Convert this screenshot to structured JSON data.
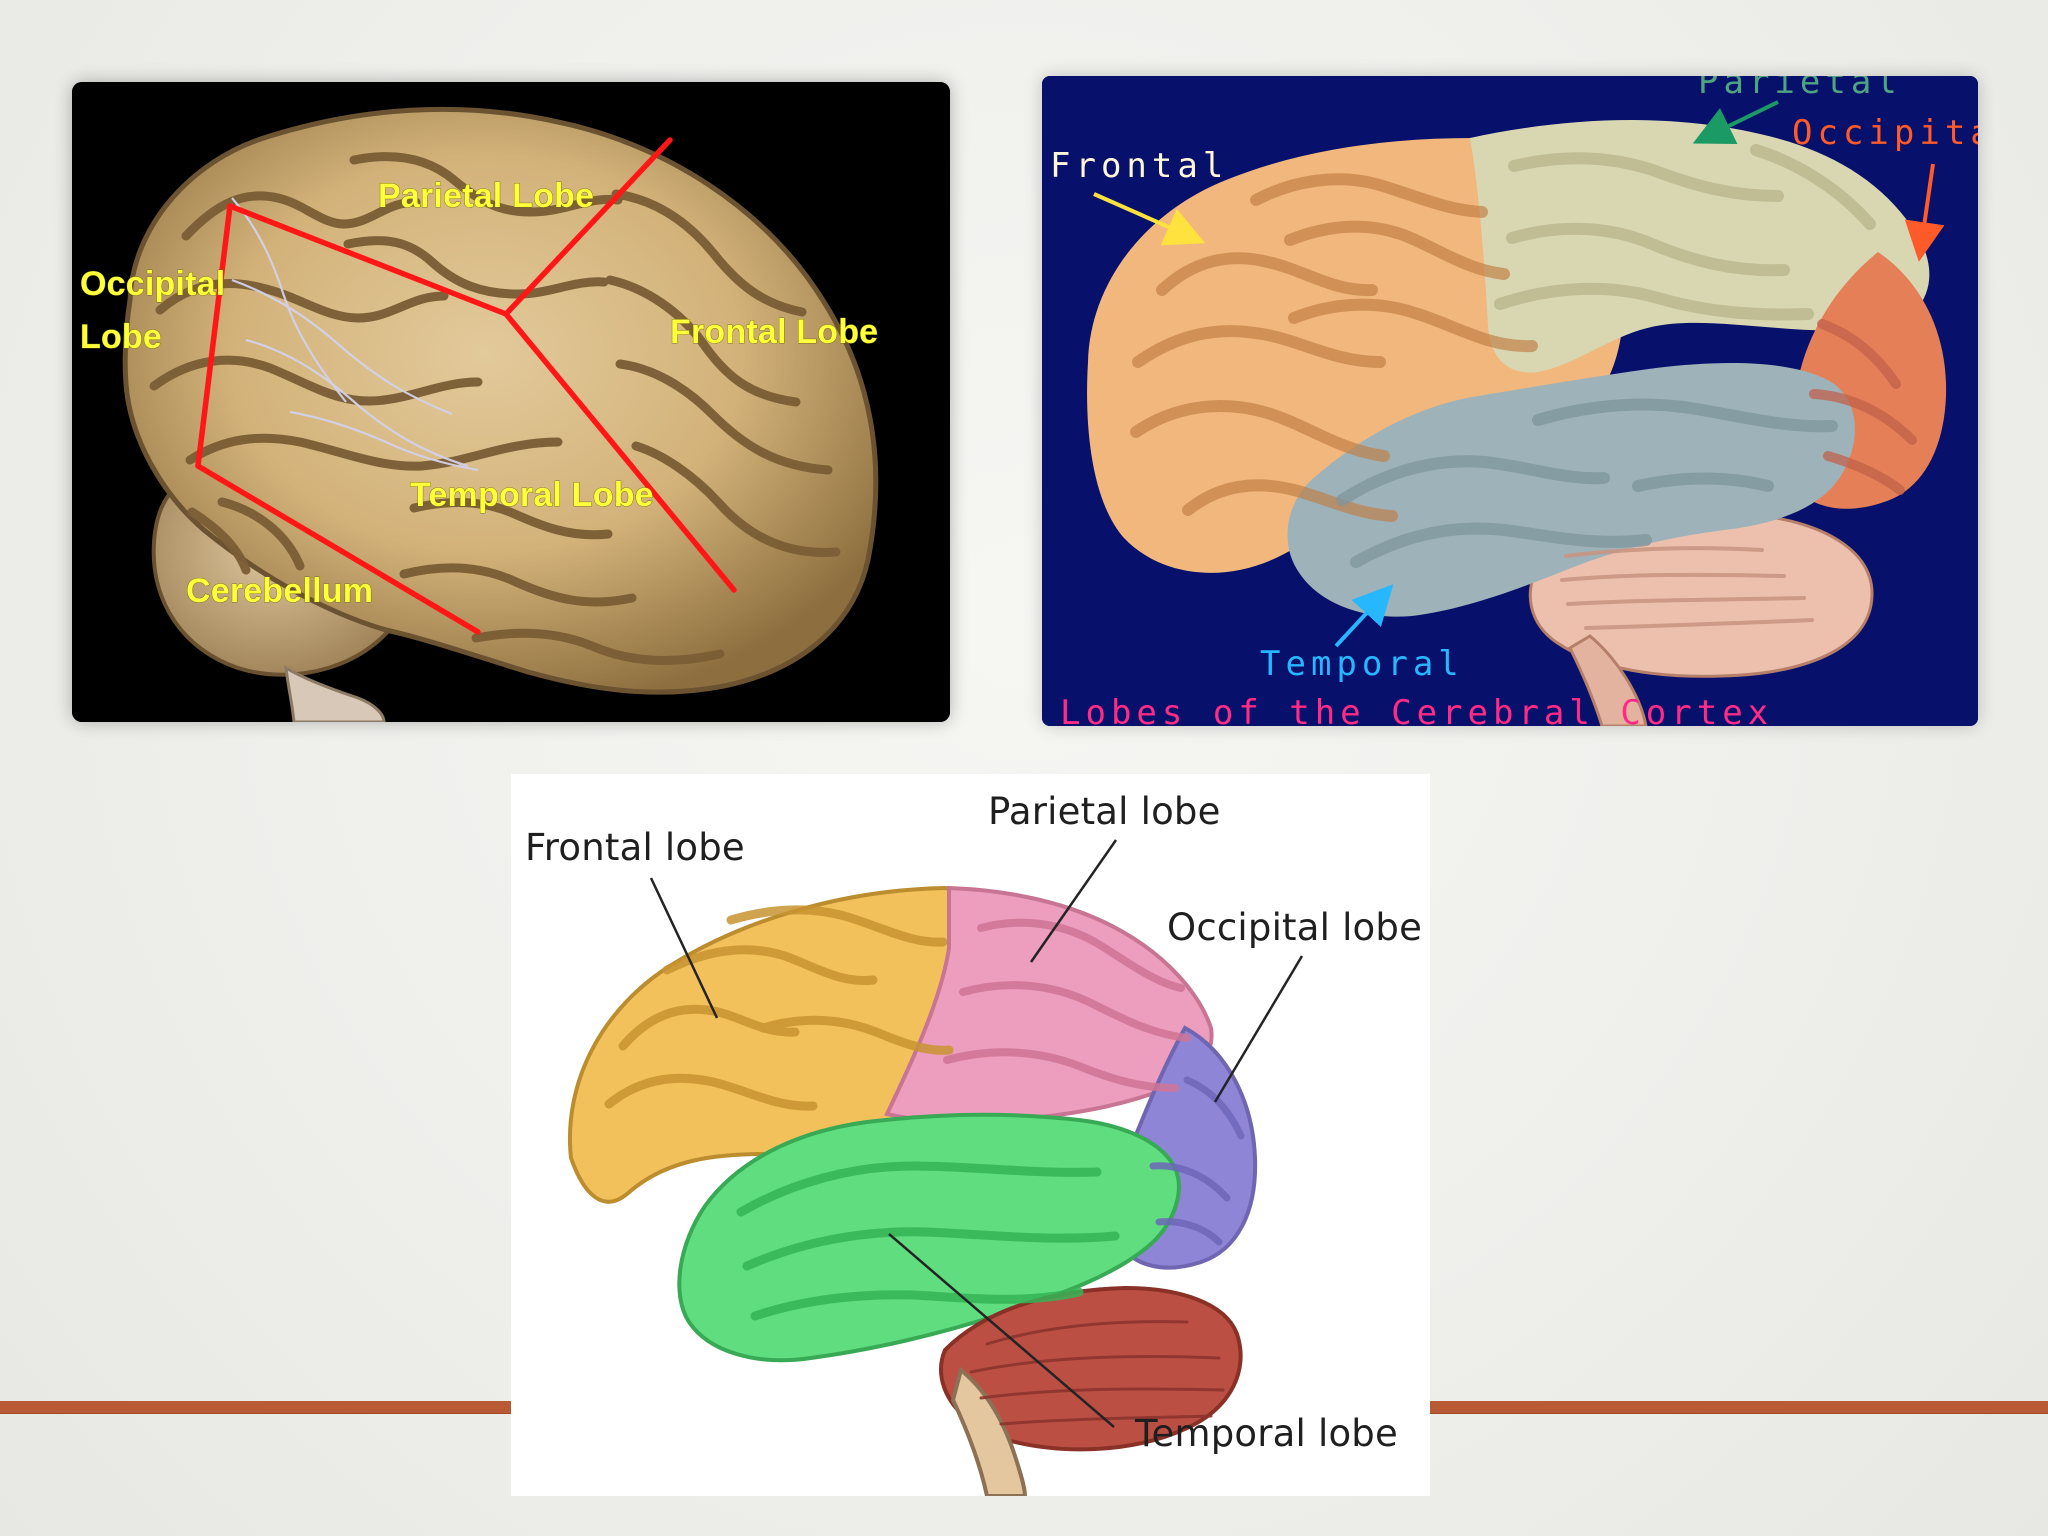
{
  "panels": {
    "photo": {
      "labels": {
        "occipital_line_1": "Occipital",
        "occipital_line_2": "Lobe",
        "parietal": "Parietal Lobe",
        "frontal": "Frontal Lobe",
        "temporal": "Temporal Lobe",
        "cerebellum": "Cerebellum"
      },
      "colors": {
        "background": "#000000",
        "label": "#ffff3a",
        "boundary": "#ff1616"
      }
    },
    "colored": {
      "labels": {
        "frontal": "Frontal",
        "parietal": "Parietal",
        "occipital": "Occipita",
        "temporal": "Temporal",
        "caption": "Lobes of the Cerebral Cortex"
      },
      "colors": {
        "background": "#07106b",
        "frontal": "#f1b77c",
        "parietal": "#d8d7b2",
        "occipital": "#e47f57",
        "temporal": "#9eb2b9",
        "cerebellum": "#ecc0ad",
        "frontal_label": "#fff8d8",
        "frontal_arrow": "#ffe23e",
        "parietal_label": "#4da581",
        "occipital_label": "#ff5a2a",
        "temporal_label": "#27b7ff",
        "caption": "#ff2b86"
      }
    },
    "illustration": {
      "labels": {
        "frontal": "Frontal lobe",
        "parietal": "Parietal lobe",
        "occipital": "Occipital lobe",
        "temporal": "Temporal lobe"
      },
      "colors": {
        "frontal": "#f2c15b",
        "parietal": "#ed9dbd",
        "occipital": "#8f85d7",
        "temporal": "#5fdd7f",
        "cerebellum": "#bc4f44"
      }
    }
  },
  "slide": {
    "accent_color": "#b85a33"
  }
}
